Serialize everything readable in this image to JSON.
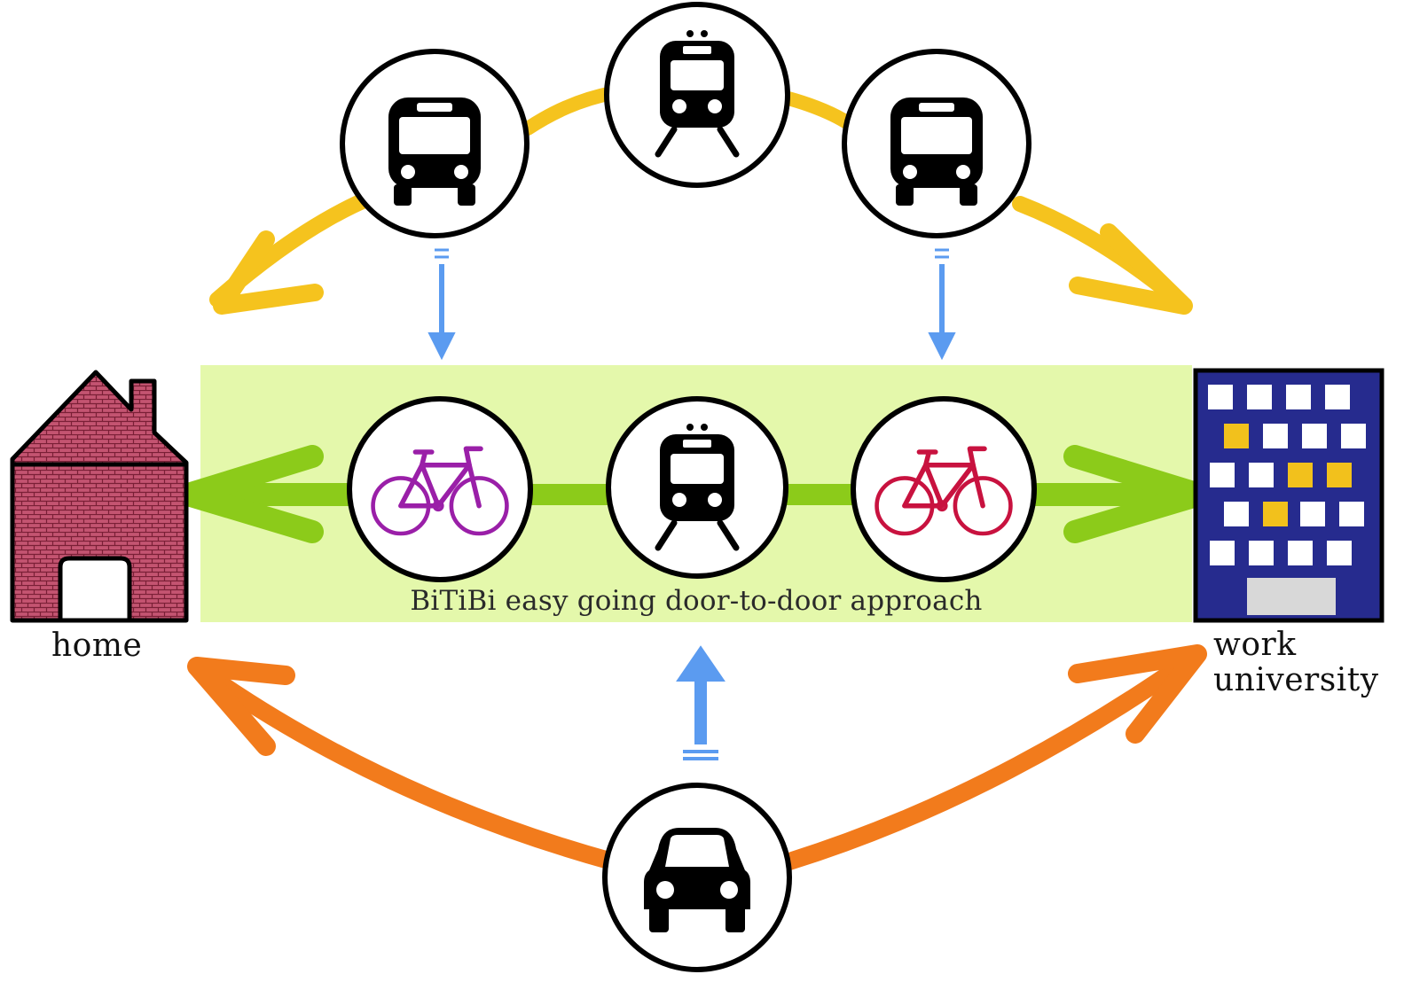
{
  "labels": {
    "home": "home",
    "work_line1": "work",
    "work_line2": "university",
    "band_caption": "BiTiBi easy going door-to-door approach"
  },
  "nodes": [
    {
      "id": "top-left",
      "icon": "bus-icon"
    },
    {
      "id": "top-center",
      "icon": "train-icon"
    },
    {
      "id": "top-right",
      "icon": "bus-icon"
    },
    {
      "id": "mid-left",
      "icon": "bicycle-icon"
    },
    {
      "id": "mid-center",
      "icon": "train-icon"
    },
    {
      "id": "mid-right",
      "icon": "bicycle-icon"
    },
    {
      "id": "bottom-center",
      "icon": "car-icon"
    }
  ],
  "endpoints": {
    "left": "house-icon",
    "right": "office-building-icon"
  },
  "colors": {
    "public_transport_arrow": "#f5c31e",
    "car_arrow": "#f27b1c",
    "bitibi_arrow": "#8ccb1a",
    "band_fill": "#e4f8ab",
    "transfer_arrow": "#5b9bf0",
    "bike_left": "#9a1fa8",
    "bike_right": "#c8123f",
    "house_brick": "#b83a5a",
    "building": "#262b8e",
    "window_lit": "#f2c11c"
  }
}
